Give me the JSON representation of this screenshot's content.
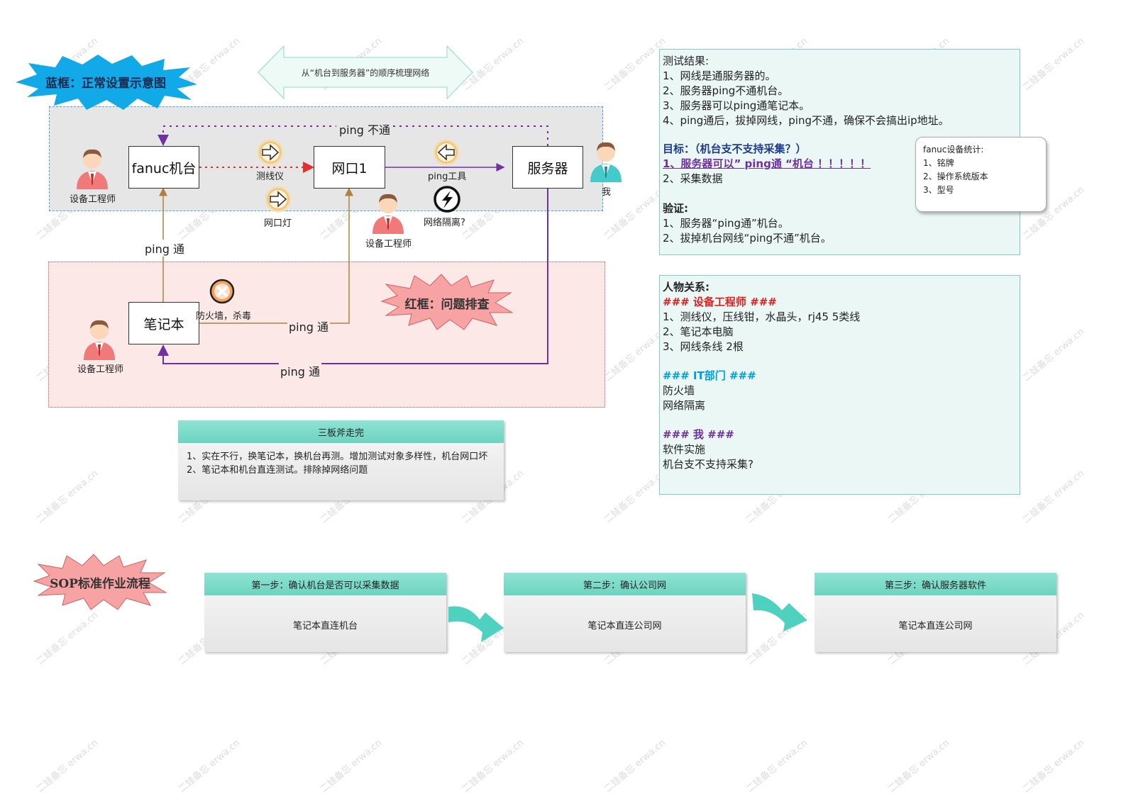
{
  "watermark": "二娃备忘 erwa.cn",
  "legend": {
    "blue_box": "蓝框：正常设置示意图",
    "red_box": "红框：问题排查",
    "sop": "SOP标准作业流程",
    "order_arrow": "从“机台到服务器”的顺序梳理网络"
  },
  "nodes": {
    "fanuc": "fanuc机台",
    "port": "网口1",
    "server": "服务器",
    "laptop": "笔记本"
  },
  "people": {
    "engineer": "设备工程师",
    "me": "我"
  },
  "tools": {
    "tester": "测线仪",
    "port_light": "网口灯",
    "ping_tool": "ping工具",
    "isolation": "网络隔离?",
    "firewall": "防火墙，杀毒"
  },
  "edges": {
    "ping_fail": "ping 不通",
    "ping_ok": "ping 通"
  },
  "tip_card": {
    "title": "三板斧走完",
    "lines": [
      "1、实在不行，换笔记本，换机台再测。增加测试对象多样性，机台网口坏",
      "2、笔记本和机台直连测试。排除掉网络问题"
    ]
  },
  "results_panel": {
    "heading": "测试结果:",
    "results": [
      "1、网线是通服务器的。",
      "2、服务器ping不通机台。",
      "3、服务器可以ping通笔记本。",
      "4、ping通后，拔掉网线，ping不通，确保不会搞出ip地址。"
    ],
    "goal_heading": "目标：（机台支不支持采集？）",
    "goal_1": "1、服务器可以” ping通 “机台 ！！！！！",
    "goal_2": "2、采集数据",
    "verify_heading": "验证:",
    "verify": [
      "1、服务器“ping通”机台。",
      "2、拔掉机台网线“ping不通”机台。"
    ]
  },
  "stats_card": {
    "title": "fanuc设备统计:",
    "items": [
      "1、铭牌",
      "2、操作系统版本",
      "3、型号"
    ]
  },
  "roles_panel": {
    "heading": "人物关系:",
    "engineer_heading": "### 设备工程师 ###",
    "engineer_items": [
      "1、测线仪，压线钳，水晶头，rj45 5类线",
      "2、笔记本电脑",
      "3、网线条线 2根"
    ],
    "it_heading": "### IT部门 ###",
    "it_items": [
      "防火墙",
      "网络隔离"
    ],
    "me_heading": "### 我 ###",
    "me_items": [
      "软件实施",
      "机台支不支持采集?"
    ]
  },
  "sop_steps": [
    {
      "title": "第一步：确认机台是否可以采集数据",
      "body": "笔记本直连机台"
    },
    {
      "title": "第二步：确认公司网",
      "body": "笔记本直连公司网"
    },
    {
      "title": "第三步：确认服务器软件",
      "body": "笔记本直连公司网"
    }
  ],
  "colors": {
    "blue_burst": "#11a9e8",
    "red_burst": "#f7a3a3",
    "teal": "#6dd3c0",
    "purple": "#7030a0",
    "brown": "#b08040",
    "red_dotted": "#e03030",
    "heading_red": "#e02020",
    "heading_blue": "#00a0e0",
    "heading_navy": "#1f3a93"
  }
}
